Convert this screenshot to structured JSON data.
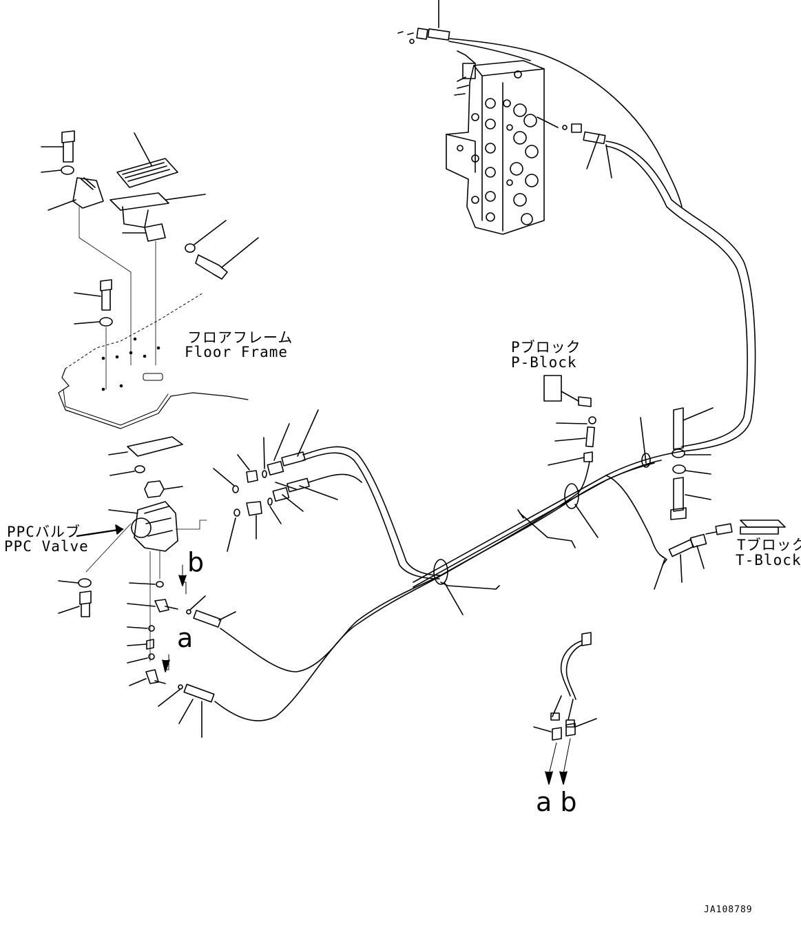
{
  "labels": {
    "floor_frame_jp": "フロアフレーム",
    "floor_frame_en": "Floor Frame",
    "p_block_jp": "Pブロック",
    "p_block_en": "P-Block",
    "ppc_valve_jp": "PPCバルブ",
    "ppc_valve_en": "PPC Valve",
    "t_block_jp": "Tブロック",
    "t_block_en": "T-Block",
    "port_a": "a",
    "port_b": "b",
    "port_ab": "a b",
    "drawing_number": "JA108789"
  }
}
